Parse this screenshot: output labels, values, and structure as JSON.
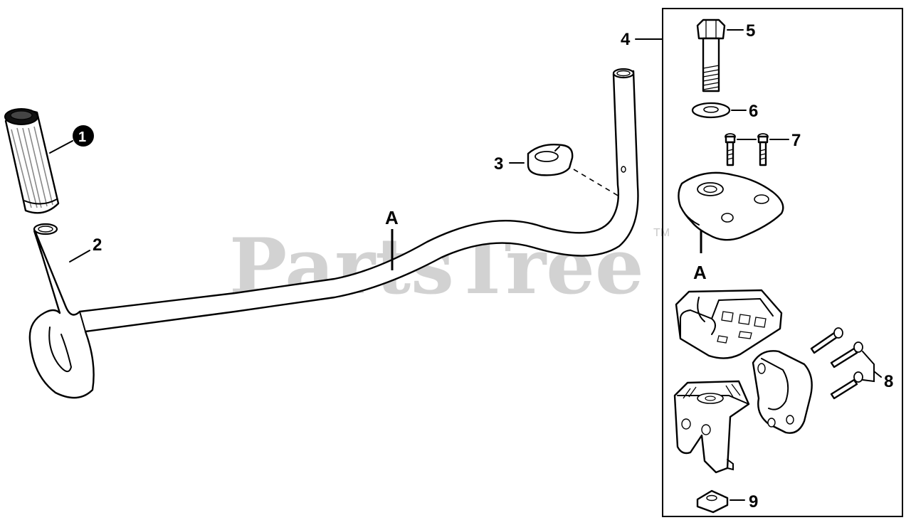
{
  "watermark": {
    "text": "PartsTree",
    "trademark": "TM"
  },
  "section_marker": "A",
  "callouts": [
    {
      "id": "1",
      "label": "1"
    },
    {
      "id": "2",
      "label": "2"
    },
    {
      "id": "3",
      "label": "3"
    },
    {
      "id": "4",
      "label": "4"
    },
    {
      "id": "5",
      "label": "5"
    },
    {
      "id": "6",
      "label": "6"
    },
    {
      "id": "7",
      "label": "7"
    },
    {
      "id": "8",
      "label": "8"
    },
    {
      "id": "9",
      "label": "9"
    }
  ]
}
